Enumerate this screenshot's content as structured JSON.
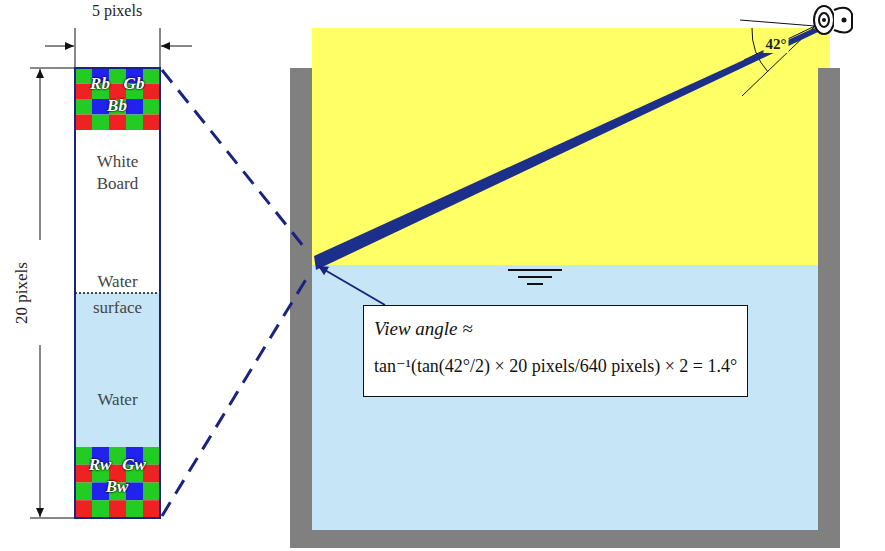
{
  "diagram": {
    "nodes": [
      {
        "text": [
          "White Board",
          "Water surface",
          "Water"
        ]
      },
      {
        "text": [
          "View angle ≈",
          "tan⁻¹(tan(42°/2) × 20 pixels/640 pixels) × 2 = 1.4°"
        ]
      }
    ],
    "labels": [
      "5 pixels",
      "20 pixels",
      "Rb",
      "Gb",
      "Bb",
      "Rw",
      "Gw",
      "Bw",
      "42°"
    ]
  }
}
